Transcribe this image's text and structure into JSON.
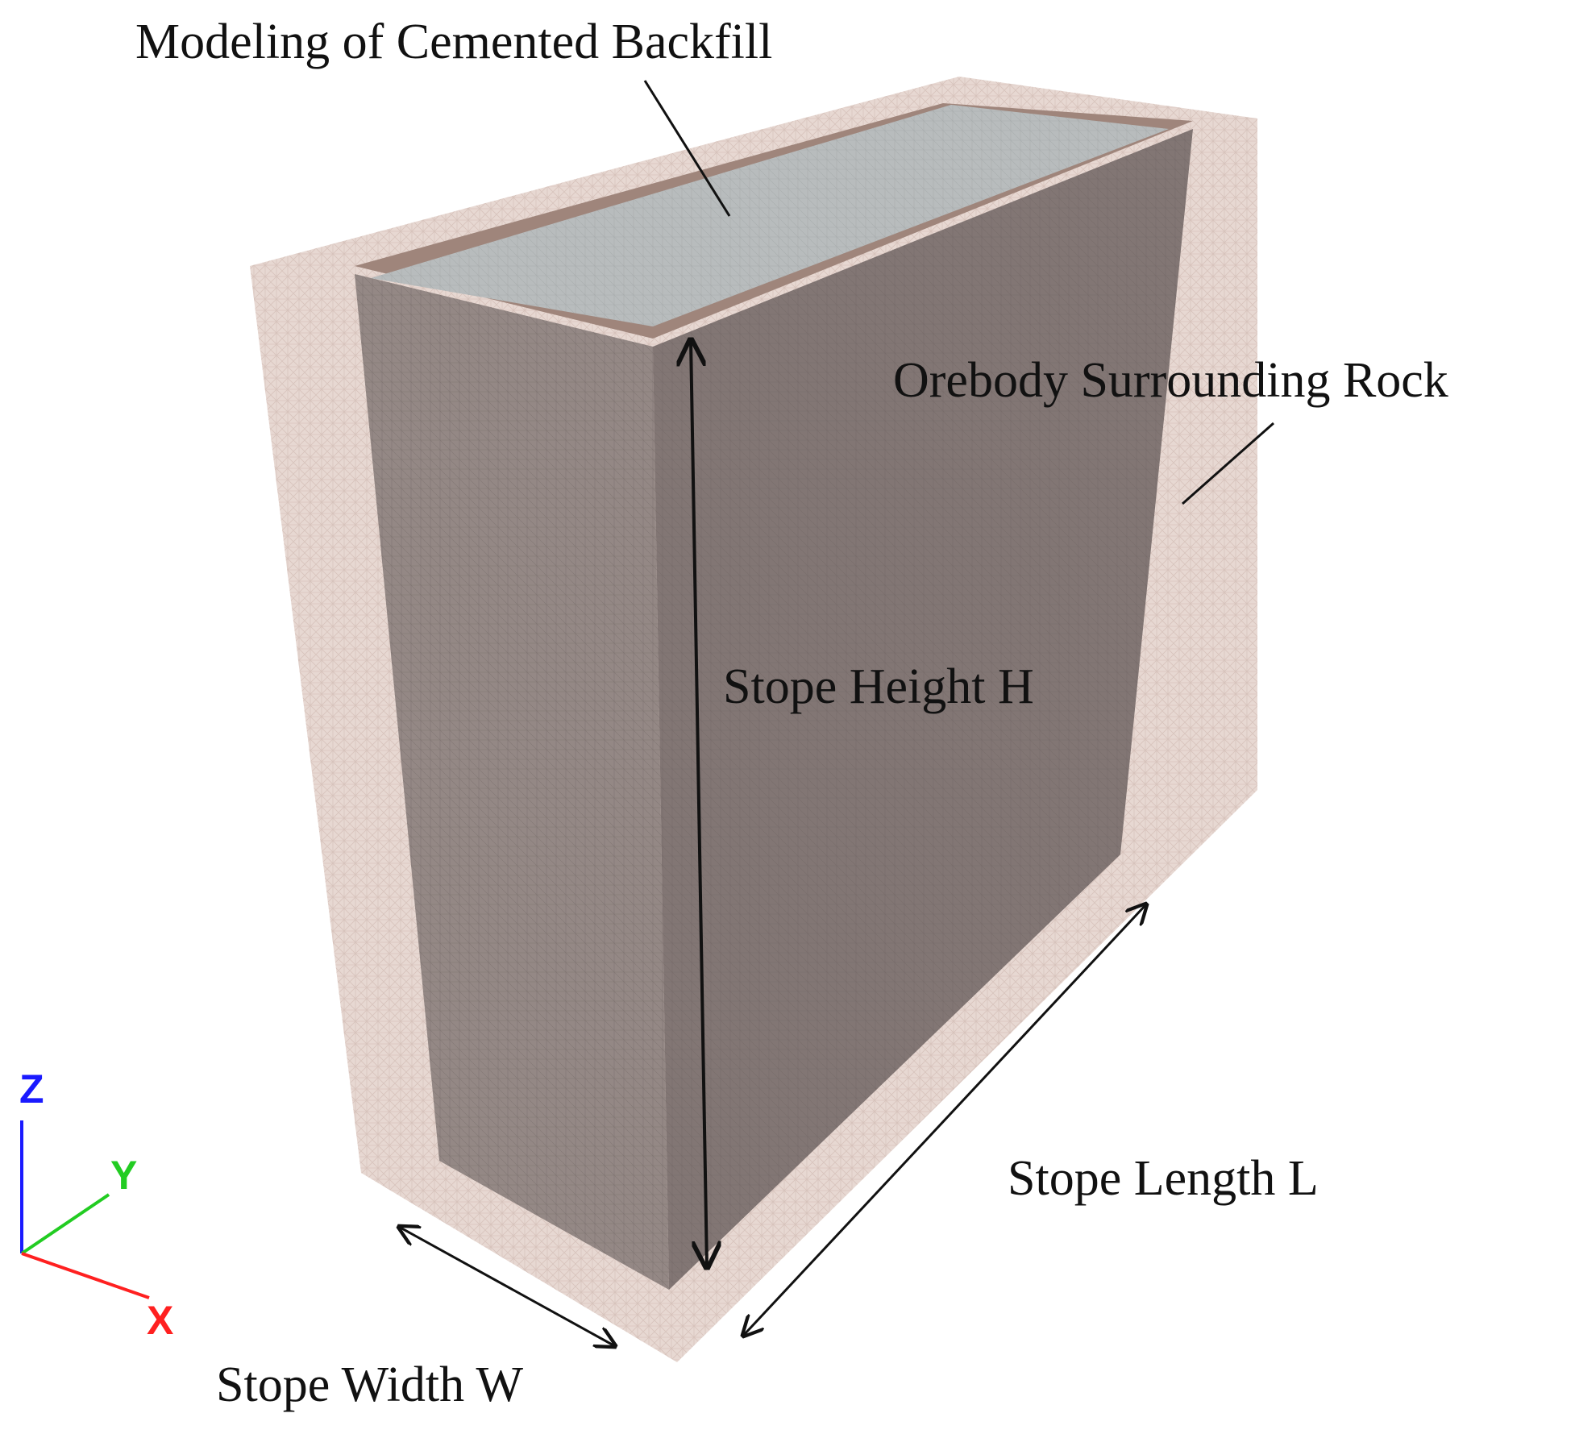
{
  "labels": {
    "backfill": "Modeling of Cemented Backfill",
    "rock": "Orebody Surrounding Rock",
    "height": "Stope Height H",
    "length": "Stope Length L",
    "width": "Stope Width W"
  },
  "triad": {
    "z": "Z",
    "y": "Y",
    "x": "X"
  },
  "colors": {
    "rock": "#e7d8d2",
    "rock_mesh": "#c9b2a9",
    "stope_front": "#827674",
    "stope_side": "#948885",
    "backfill_top": "#b8bcbd",
    "rim": "#9f857b",
    "axis_x": "#ff2020",
    "axis_y": "#22cc22",
    "axis_z": "#1a1aff"
  }
}
